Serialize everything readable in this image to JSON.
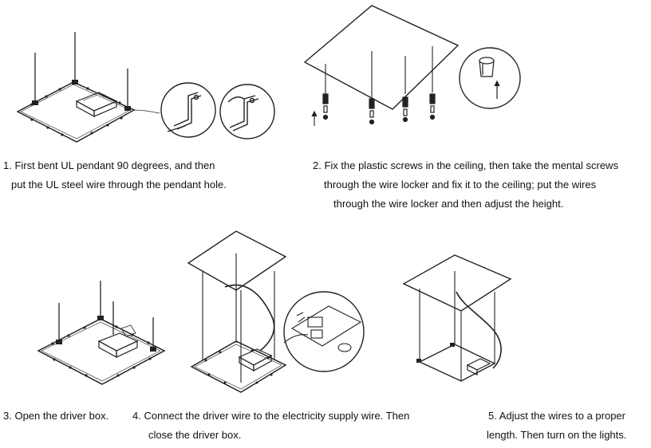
{
  "steps": [
    {
      "lines": [
        "1. First bent UL pendant 90 degrees, and then",
        "put the UL steel wire through the pendant hole."
      ]
    },
    {
      "lines": [
        "2. Fix the plastic screws in the ceiling, then take the mental screws",
        "through the wire locker and fix it to the ceiling; put the wires",
        "through the wire locker and then adjust the height."
      ]
    },
    {
      "lines": [
        "3. Open the driver box."
      ]
    },
    {
      "lines": [
        "4. Connect the driver wire to the electricity supply wire. Then",
        "close the driver box."
      ]
    },
    {
      "lines": [
        "5. Adjust the wires to a proper",
        "length. Then turn on the lights."
      ]
    }
  ]
}
